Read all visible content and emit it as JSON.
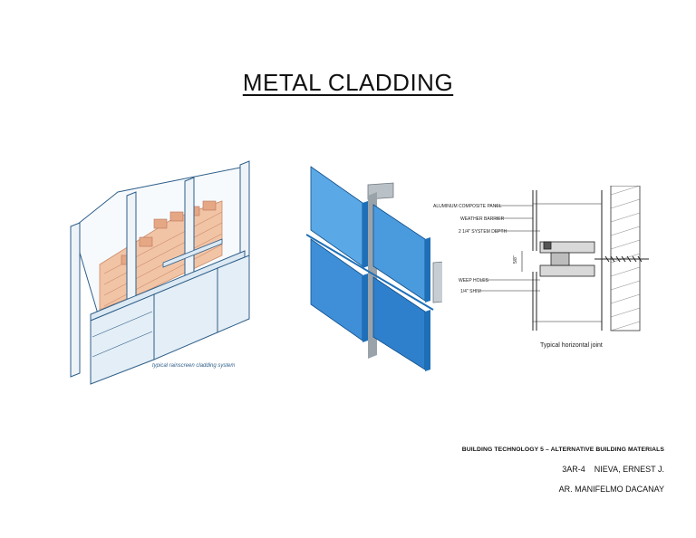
{
  "title": "METAL CLADDING",
  "figures": {
    "rainscreen": {
      "caption": "typical rainscreen cladding system",
      "colors": {
        "panel": "#dce9f3",
        "stroke": "#2f5f8a",
        "brick": "#f2c4a6",
        "mortar": "#c98c6a"
      }
    },
    "panels": {
      "colors": {
        "panel_light": "#5aa9e6",
        "panel_dark": "#1d6fb8",
        "mullion": "#9aa3aa"
      }
    },
    "joint": {
      "labels": [
        "ALUMINUM COMPOSITE PANEL",
        "WEATHER BARRIER",
        "2 1/4\" SYSTEM DEPTH",
        "WEEP HOLES",
        "1/4\" SHIM"
      ],
      "dimension": "5/8\"",
      "caption": "Typical horizontal joint"
    }
  },
  "footer": {
    "course": "BUILDING TECHNOLOGY 5 – ALTERNATIVE BUILDING MATERIALS",
    "student": "3AR-4    NIEVA, ERNEST J.",
    "adviser": "AR. MANIFELMO DACANAY"
  }
}
